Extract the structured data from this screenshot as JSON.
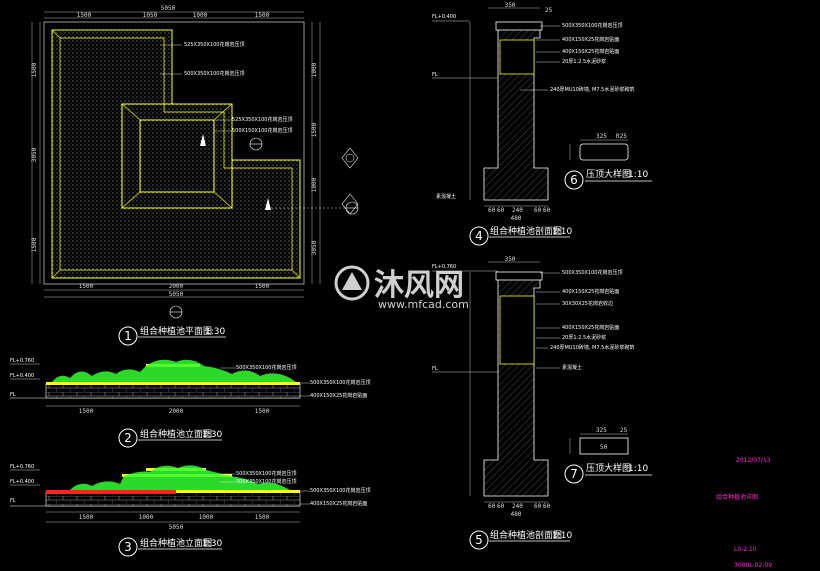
{
  "plan": {
    "dims_top": [
      "1500",
      "1050",
      "1000",
      "1500"
    ],
    "dim_total": "5050",
    "dim_bottom": "5050",
    "dims_bottom_parts": [
      "1500",
      "2000",
      "1500"
    ],
    "dims_left": [
      "1500",
      "3050",
      "1500"
    ],
    "dims_right": [
      "1000",
      "1500",
      "1000",
      "3050"
    ],
    "notes": [
      "525X350X100花岗岩压顶",
      "500X350X100花岗岩压顶",
      "525X350X100花岗岩压顶",
      "500X150X100花岗岩压顶"
    ],
    "title": "组合种植池平面图",
    "scale": "1:30",
    "num": "1"
  },
  "elev2": {
    "levels": [
      "FL+0.760",
      "FL+0.400",
      "FL"
    ],
    "dims_bottom": [
      "1500",
      "2000",
      "1500"
    ],
    "notes": [
      "500X350X100花岗岩压顶",
      "500X350X100花岗岩压顶",
      "400X150X25花岗岩贴面"
    ],
    "title": "组合种植池立面图",
    "scale": "1:30",
    "num": "2"
  },
  "elev3": {
    "levels": [
      "FL+0.760",
      "FL+0.400",
      "FL"
    ],
    "dims_bottom": [
      "1500",
      "1000",
      "1000",
      "1500"
    ],
    "dim_total": "5050",
    "notes": [
      "500X350X100花岗岩压顶",
      "500X350X100花岗岩压顶",
      "500X350X100花岗岩压顶",
      "400X150X25花岗岩贴面"
    ],
    "title": "组合种植池立面图",
    "scale": "1:30",
    "num": "3"
  },
  "sect4": {
    "level": "FL+0.400",
    "level_fl": "FL",
    "dims_top": [
      "350",
      "25"
    ],
    "notes": [
      "500X350X100花岗岩压顶",
      "400X150X25花岗岩贴面",
      "400X150X25花岗岩贴面",
      "20厚1:2.5水泥砂浆",
      "240厚MU10砖墙, M7.5水泥砂浆砌筑"
    ],
    "dims_bottom": [
      "60",
      "60",
      "240",
      "60",
      "60"
    ],
    "dim_total": "480",
    "label_left": "素混凝土",
    "title": "组合种植池剖面图",
    "scale": "1:10",
    "num": "4"
  },
  "sect5": {
    "level": "FL+0.760",
    "level_fl": "FL",
    "dims_top": [
      "350"
    ],
    "notes": [
      "500X350X100花岗岩压顶",
      "400X150X25花岗岩贴面",
      "30X30X25花岗岩收边",
      "400X150X25花岗岩贴面",
      "20厚1:2.5水泥砂浆",
      "240厚MU10砖墙, M7.5水泥砂浆砌筑",
      "素混凝土"
    ],
    "dims_bottom": [
      "60",
      "60",
      "240",
      "60",
      "60"
    ],
    "dim_total": "480",
    "title": "组合种植池剖面图",
    "scale": "1:10",
    "num": "5"
  },
  "detail6": {
    "dims": [
      "325",
      "R25"
    ],
    "title": "压顶大样图",
    "scale": "1:10",
    "num": "6"
  },
  "detail7": {
    "dims": [
      "325",
      "25",
      "50"
    ],
    "title": "压顶大样图",
    "scale": "1:10",
    "num": "7"
  },
  "meta": {
    "date": "2012/07/13",
    "drawing_name": "组合种植池详图",
    "sheet": "L0-2.10",
    "code": "3000L-02-09"
  },
  "watermark": {
    "text": "沐风网",
    "url": "www.mfcad.com"
  },
  "colors": {
    "line_white": "#ffffff",
    "line_yellow": "#ffff00",
    "line_green": "#33ff33",
    "hatch_gray": "#8a8a8a",
    "magenta": "#ff2bd6",
    "cyan": "#00e5ff"
  }
}
